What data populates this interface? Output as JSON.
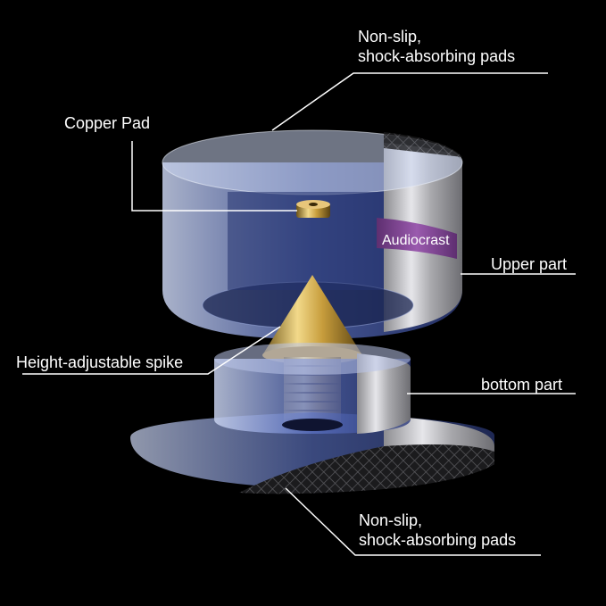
{
  "labels": {
    "top_pads": {
      "line1": "Non-slip,",
      "line2": "shock-absorbing pads"
    },
    "copper_pad": "Copper Pad",
    "upper_part": "Upper part",
    "spike": "Height-adjustable spike",
    "bottom_part": "bottom part",
    "bottom_pads": {
      "line1": "Non-slip,",
      "line2": "shock-absorbing pads"
    }
  },
  "brand": "Audiocrast",
  "colors": {
    "background": "#000000",
    "text": "#ffffff",
    "leader_line": "#ffffff",
    "brand_band": "#7a3f8c",
    "brass": "#c9a44a",
    "steel": "#b8b8bc",
    "acrylic_blue": "#5a78c8"
  }
}
